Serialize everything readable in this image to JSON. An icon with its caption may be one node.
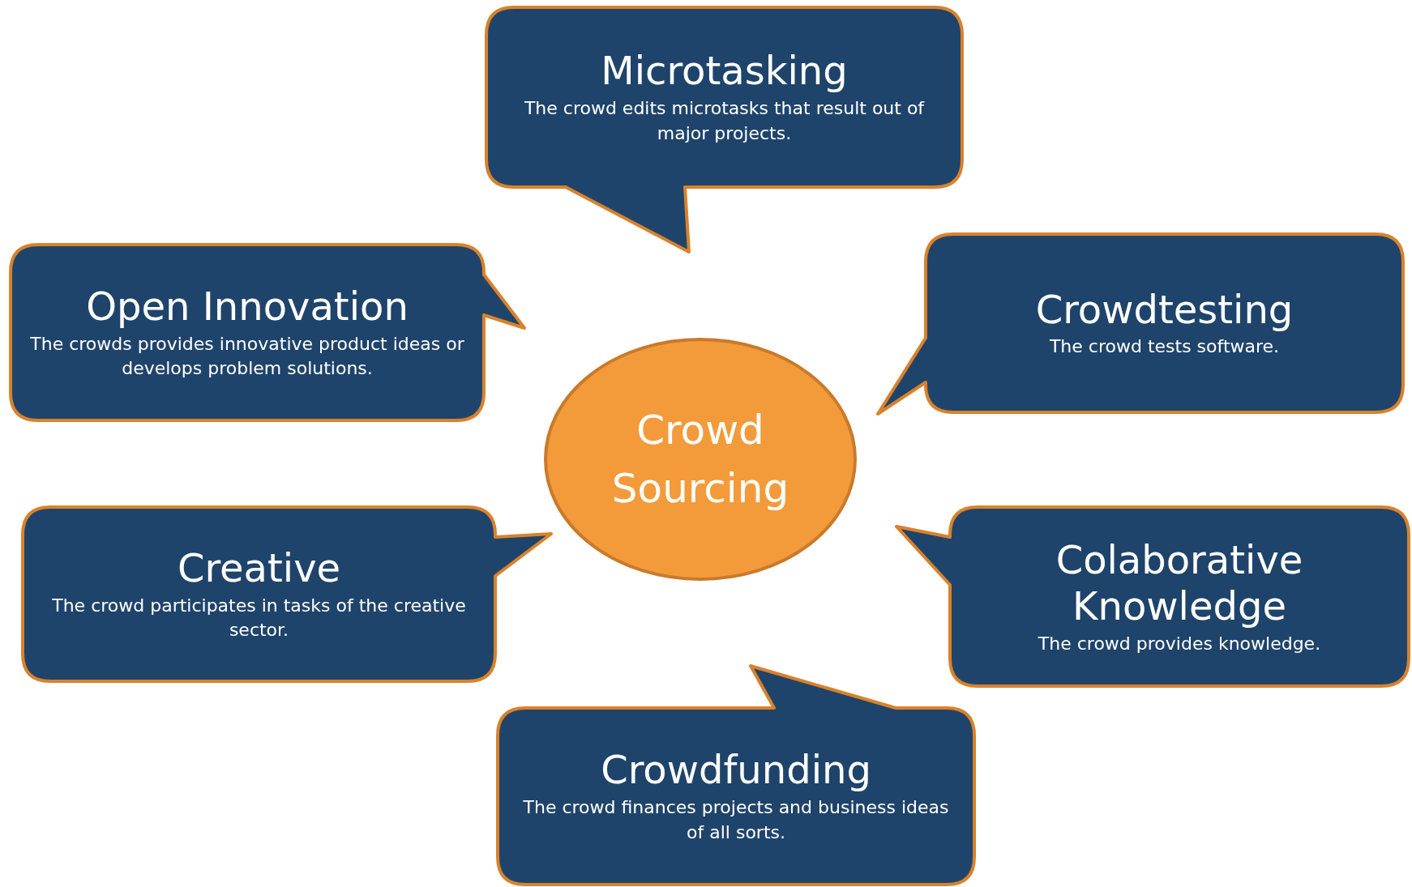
{
  "diagram": {
    "nodes": [
      {
        "text": [
          "Microtasking",
          "The crowd edits microtasks that result out of major projects."
        ]
      },
      {
        "text": [
          "Open Innovation",
          "The crowds provides innovative product ideas or develops problem solutions."
        ]
      },
      {
        "text": [
          "Crowdtesting",
          "The crowd tests software."
        ]
      },
      {
        "text": [
          "Crowd Sourcing"
        ]
      },
      {
        "text": [
          "Creative",
          "The crowd participates in tasks of the creative sector."
        ]
      },
      {
        "text": [
          "Colaborative Knowledge",
          "The crowd provides knowledge."
        ]
      },
      {
        "text": [
          "Crowdfunding",
          "The crowd finances projects and business ideas of all sorts."
        ]
      }
    ]
  }
}
